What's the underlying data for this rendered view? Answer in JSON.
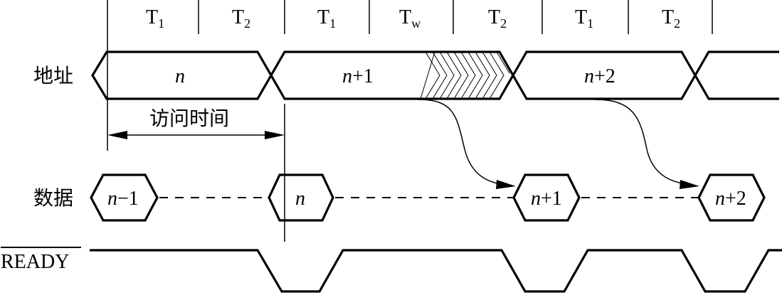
{
  "signals": {
    "address_label": "地址",
    "data_label": "数据",
    "ready_label": "READY"
  },
  "cycles": [
    {
      "main": "T",
      "sub": "1"
    },
    {
      "main": "T",
      "sub": "2"
    },
    {
      "main": "T",
      "sub": "1"
    },
    {
      "main": "T",
      "sub": "w"
    },
    {
      "main": "T",
      "sub": "2"
    },
    {
      "main": "T",
      "sub": "1"
    },
    {
      "main": "T",
      "sub": "2"
    }
  ],
  "address_values": [
    {
      "var": "n",
      "suffix": ""
    },
    {
      "var": "n",
      "suffix": "+1"
    },
    {
      "var": "n",
      "suffix": "+2"
    }
  ],
  "data_values": [
    {
      "var": "n",
      "suffix": "−1"
    },
    {
      "var": "n",
      "suffix": ""
    },
    {
      "var": "n",
      "suffix": "+1"
    },
    {
      "var": "n",
      "suffix": "+2"
    }
  ],
  "access_time_label": "访问时间"
}
